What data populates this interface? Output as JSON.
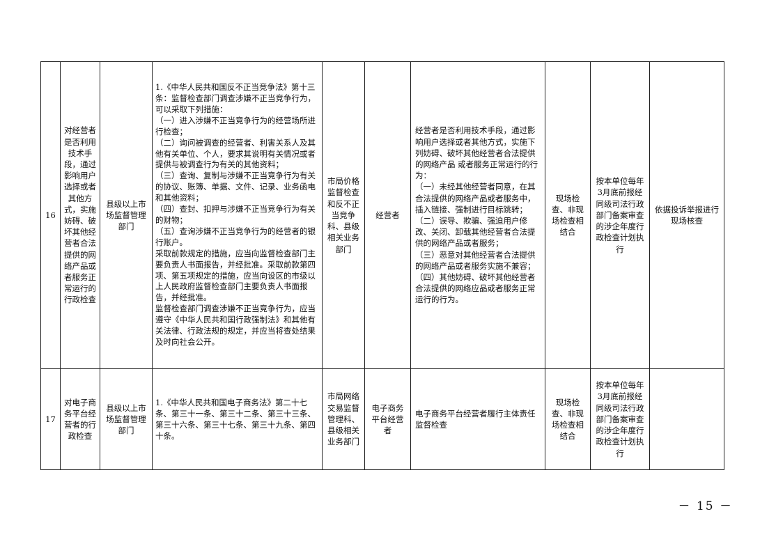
{
  "rows": [
    {
      "no": "16",
      "item": "对经营者是否利用技术手段，通过影响用户选择或者其他方式，实施妨碍、破坏其他经营者合法提供的网络产品或者服务正常运行的行政检查",
      "subject": "县级以上市场监督管理部门",
      "basis": "1.《中华人民共和国反不正当竞争法》第十三条：监督检查部门调查涉嫌不正当竞争行为，可以采取下列措施：\n（一）进入涉嫌不正当竞争行为的经营场所进行检查；\n（二）询问被调查的经营者、利害关系人及其他有关单位、个人，要求其说明有关情况或者提供与被调查行为有关的其他资料；\n（三）查询、复制与涉嫌不正当竞争行为有关的协议、账簿、单据、文件、记录、业务函电和其他资料；\n（四）查封、扣押与涉嫌不正当竞争行为有关的财物；\n（五）查询涉嫌不正当竞争行为的经营者的银行账户。\n采取前款规定的措施，应当向监督检查部门主要负责人书面报告，并经批准。采取前款第四项、第五项规定的措施，应当向设区的市级以上人民政府监督检查部门主要负责人书面报告，并经批准。\n监督检查部门调查涉嫌不正当竞争行为，应当遵守《中华人民共和国行政强制法》和其他有关法律、行政法规的规定，并应当将查处结果及时向社会公开。",
      "dept": "市局价格监督检查和反不正当竞争科、县级相关业务部门",
      "object": "经营者",
      "content": "经营者是否利用技术手段，通过影响用户选择或者其他方式，实施下列妨碍、破坏其他经营者合法提供的网络产品 或者服务正常运行的行为：\n（一）未经其他经营者同意，在其合法提供的网络产品或者服务中，插入链接、强制进行目标跳转；\n（二）误导、欺骗、强迫用户修改、关闭、卸载其他经营者合法提供的网络产品或者服务；\n（三）恶意对其他经营者合法提供的网络产品或者服务实施不兼容；\n（四）其他妨碍、破坏其他经营者合法提供的网络应品或者服务正常运行的行为。",
      "method": "现场检查、非现场检查相结合",
      "frequency": "按本单位每年3月底前报经同级司法行政部门备案审查的涉企年度行政检查计划执行",
      "note": "依据投诉举报进行现场核查"
    },
    {
      "no": "17",
      "item": "对电子商务平台经营者的行政检查",
      "subject": "县级以上市场监督管理部门",
      "basis": "1.《中华人民共和国电子商务法》第二十七条、第三十一条、第三十二条、第三十三条、第三十六条、第三十七条、第三十九条、第四十条。",
      "dept": "市局网络交易监督管理科、县级相关业务部门",
      "object": "电子商务平台经营者",
      "content": "电子商务平台经营者履行主体责任监督检查",
      "method": "现场检查、非现场检查相结合",
      "frequency": "按本单位每年3月底前报经同级司法行政部门备案审查的涉企年度行政检查计划执行",
      "note": ""
    }
  ],
  "page_number": "－ 15 －"
}
